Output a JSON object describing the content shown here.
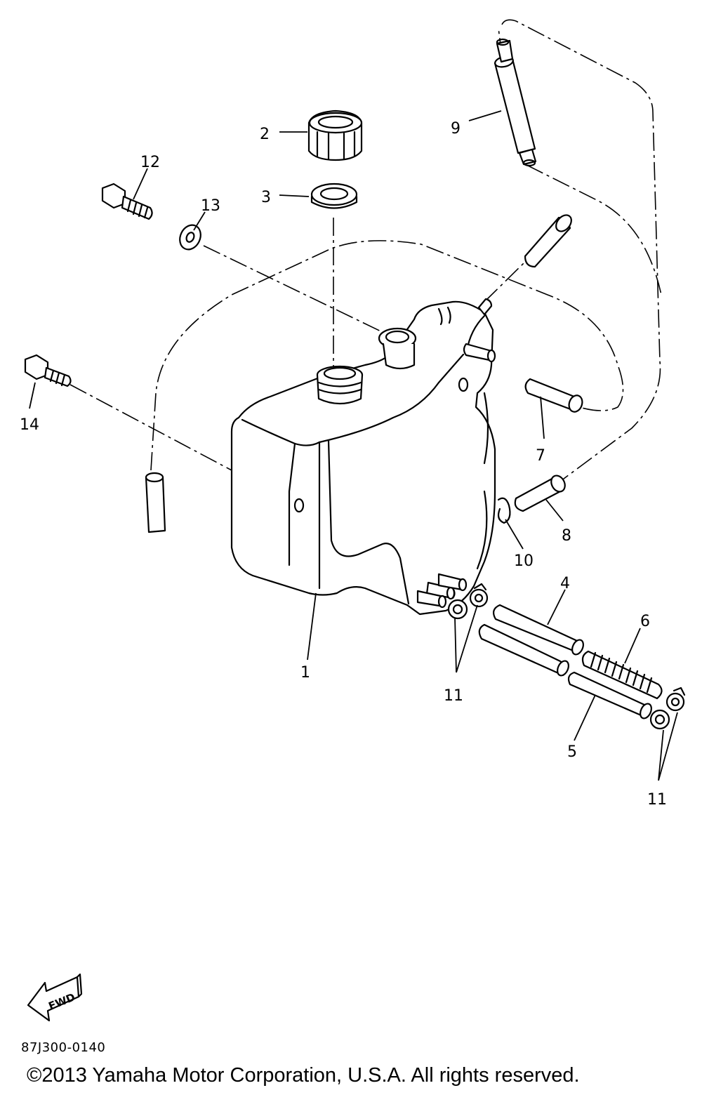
{
  "callouts": {
    "c1": "1",
    "c2": "2",
    "c3": "3",
    "c4": "4",
    "c5": "5",
    "c6": "6",
    "c7": "7",
    "c8": "8",
    "c9": "9",
    "c10": "10",
    "c11a": "11",
    "c11b": "11",
    "c12": "12",
    "c13": "13",
    "c14": "14"
  },
  "fwd_label": "FWD",
  "drawing_code": "87J300-0140",
  "copyright": "©2013 Yamaha Motor Corporation, U.S.A. All rights reserved."
}
